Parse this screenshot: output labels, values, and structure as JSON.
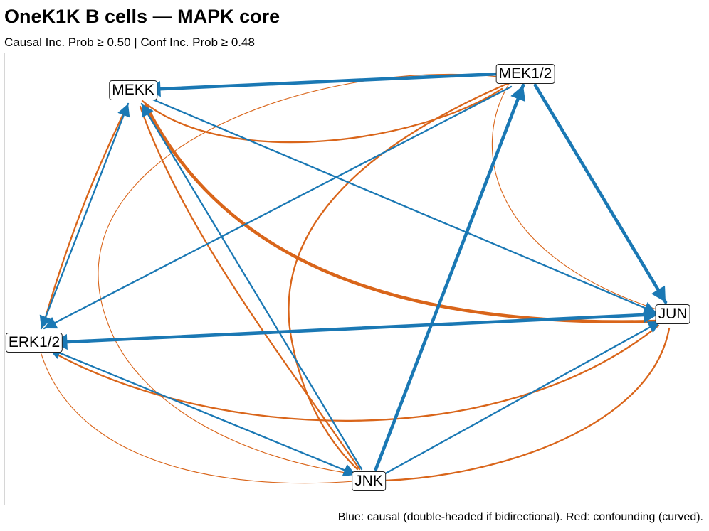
{
  "title": "OneK1K B cells — MAPK core",
  "subtitle": "Causal Inc. Prob ≥ 0.50   |   Conf Inc. Prob ≥ 0.48",
  "caption": "Blue: causal (double-headed if bidirectional). Red: confounding (curved).",
  "colors": {
    "causal": "#1a78b4",
    "confounding": "#d9651a",
    "background": "#ffffff"
  },
  "nodes": [
    {
      "id": "MEKK",
      "label": "MEKK"
    },
    {
      "id": "MEK12",
      "label": "MEK1/2"
    },
    {
      "id": "JUN",
      "label": "JUN"
    },
    {
      "id": "ERK12",
      "label": "ERK1/2"
    },
    {
      "id": "JNK",
      "label": "JNK"
    }
  ],
  "causal_edges": [
    {
      "from": "MEK12",
      "to": "MEKK",
      "strength": "strong"
    },
    {
      "from": "MEK12",
      "to": "JUN",
      "strength": "strong"
    },
    {
      "from": "MEKK",
      "to": "JUN",
      "strength": "medium"
    },
    {
      "from": "JNK",
      "to": "MEKK",
      "strength": "medium"
    },
    {
      "from": "MEK12",
      "to": "ERK12",
      "strength": "medium"
    },
    {
      "from": "ERK12",
      "to": "MEKK",
      "strength": "medium",
      "bidirectional": true
    },
    {
      "from": "ERK12",
      "to": "JUN",
      "strength": "strong",
      "bidirectional": true
    },
    {
      "from": "ERK12",
      "to": "JNK",
      "strength": "medium",
      "bidirectional": true
    },
    {
      "from": "JNK",
      "to": "MEK12",
      "strength": "strong"
    },
    {
      "from": "JNK",
      "to": "JUN",
      "strength": "medium"
    }
  ],
  "confounding_edges": [
    {
      "a": "MEKK",
      "b": "MEK12",
      "strength": "medium"
    },
    {
      "a": "MEKK",
      "b": "JUN",
      "strength": "strong"
    },
    {
      "a": "MEKK",
      "b": "JNK",
      "strength": "medium"
    },
    {
      "a": "MEKK",
      "b": "ERK12",
      "strength": "medium"
    },
    {
      "a": "MEK12",
      "b": "ERK12",
      "strength": "thin"
    },
    {
      "a": "MEK12",
      "b": "JNK",
      "strength": "medium"
    },
    {
      "a": "MEK12",
      "b": "JUN",
      "strength": "thin"
    },
    {
      "a": "JUN",
      "b": "JNK",
      "strength": "medium"
    },
    {
      "a": "JUN",
      "b": "ERK12",
      "strength": "medium"
    },
    {
      "a": "ERK12",
      "b": "JNK",
      "strength": "thin"
    }
  ]
}
